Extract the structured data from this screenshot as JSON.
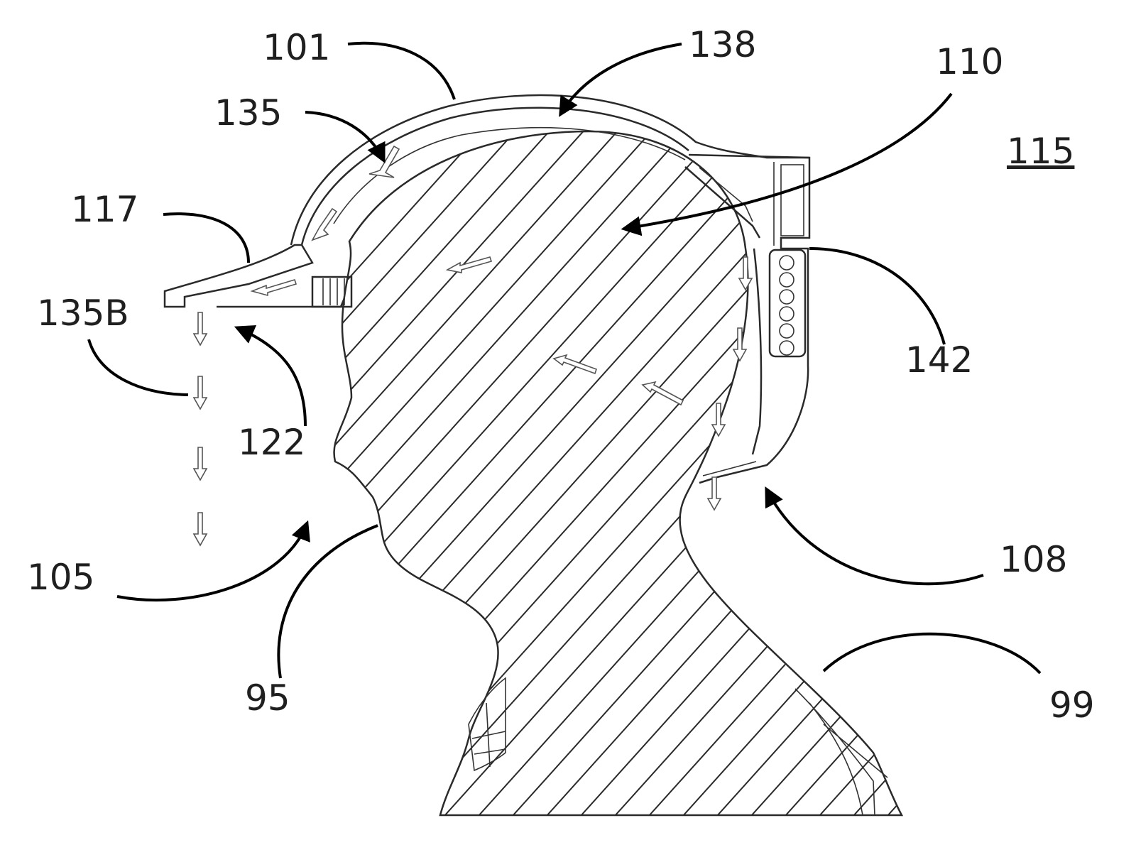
{
  "figure": {
    "reference": "115",
    "labels": {
      "l101": "101",
      "l138": "138",
      "l110": "110",
      "l135": "135",
      "l117": "117",
      "l135b": "135B",
      "l142": "142",
      "l122": "122",
      "l108": "108",
      "l105": "105",
      "l95": "95",
      "l99": "99"
    }
  }
}
